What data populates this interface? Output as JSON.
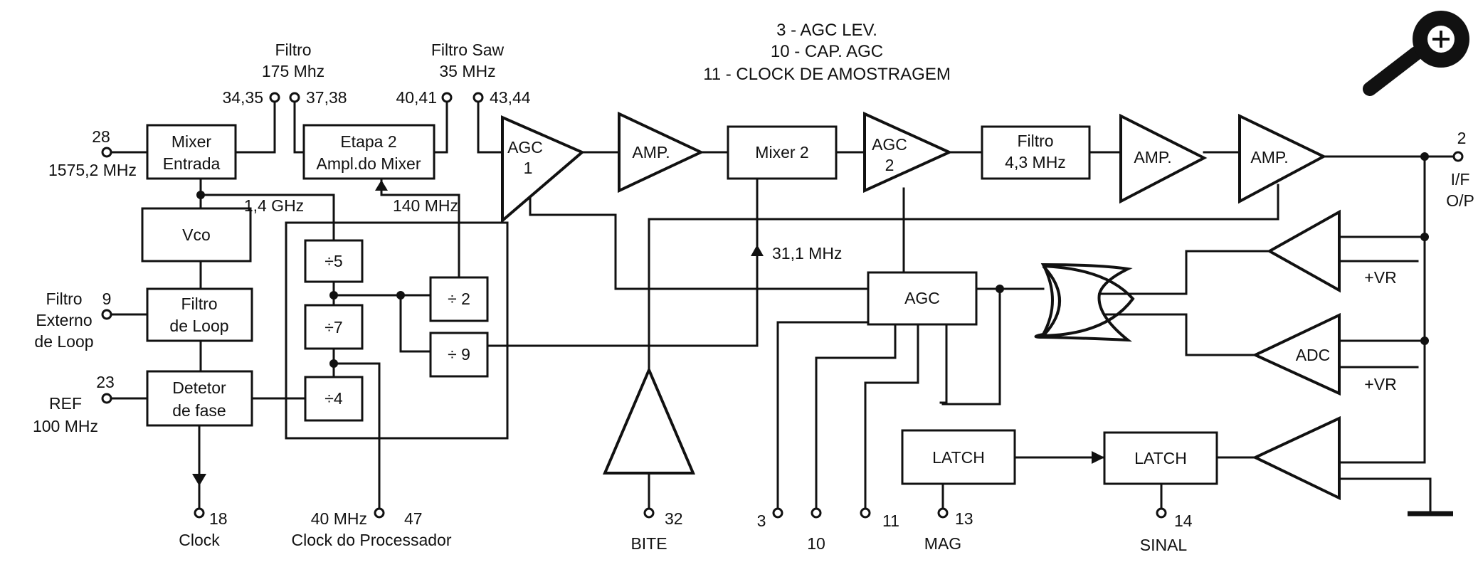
{
  "header_notes": [
    "3 - AGC LEV.",
    "10 - CAP. AGC",
    "11 - CLOCK DE AMOSTRAGEM"
  ],
  "blocks": {
    "mixer_entrada": [
      "Mixer",
      "Entrada"
    ],
    "etapa2": [
      "Etapa 2",
      "Ampl.do Mixer"
    ],
    "vco": "Vco",
    "filtro_loop": [
      "Filtro",
      "de Loop"
    ],
    "detetor_fase": [
      "Detetor",
      "de fase"
    ],
    "div5": "÷5",
    "div7": "÷7",
    "div4": "÷4",
    "div2": "÷ 2",
    "div9": "÷ 9",
    "agc1": [
      "AGC",
      "1"
    ],
    "amp1": "AMP.",
    "mixer2": "Mixer 2",
    "agc2": [
      "AGC",
      "2"
    ],
    "filtro43": [
      "Filtro",
      "4,3 MHz"
    ],
    "amp2": "AMP.",
    "amp3": "AMP.",
    "agc_block": "AGC",
    "adc": "ADC",
    "latch1": "LATCH",
    "latch2": "LATCH"
  },
  "labels": {
    "filtro175": [
      "Filtro",
      "175 Mhz"
    ],
    "filtro_saw": [
      "Filtro Saw",
      "35 MHz"
    ],
    "pins_3435": "34,35",
    "pins_3738": "37,38",
    "pins_4041": "40,41",
    "pins_4344": "43,44",
    "pin28": "28",
    "freq_1575": "1575,2 MHz",
    "ghz14": "1,4 GHz",
    "mhz140": "140 MHz",
    "mhz311": "31,1 MHz",
    "filtro_ext": [
      "Filtro",
      "Externo",
      "de Loop"
    ],
    "pin9": "9",
    "pin23": "23",
    "ref": [
      "REF",
      "100 MHz"
    ],
    "pin18": "18",
    "clock": "Clock",
    "clk_proc_freq": "40 MHz",
    "pin47": "47",
    "clock_proc": "Clock do Processador",
    "pin32": "32",
    "bite": "BITE",
    "pin3": "3",
    "pin10": "10",
    "pin11": "11",
    "pin13": "13",
    "mag": "MAG",
    "pin14": "14",
    "sinal": "SINAL",
    "pin2": "2",
    "if_op": [
      "I/F",
      "O/P"
    ],
    "vr1": "+VR",
    "vr2": "+VR"
  },
  "icons": [
    "zoom-in-magnifier-icon"
  ]
}
